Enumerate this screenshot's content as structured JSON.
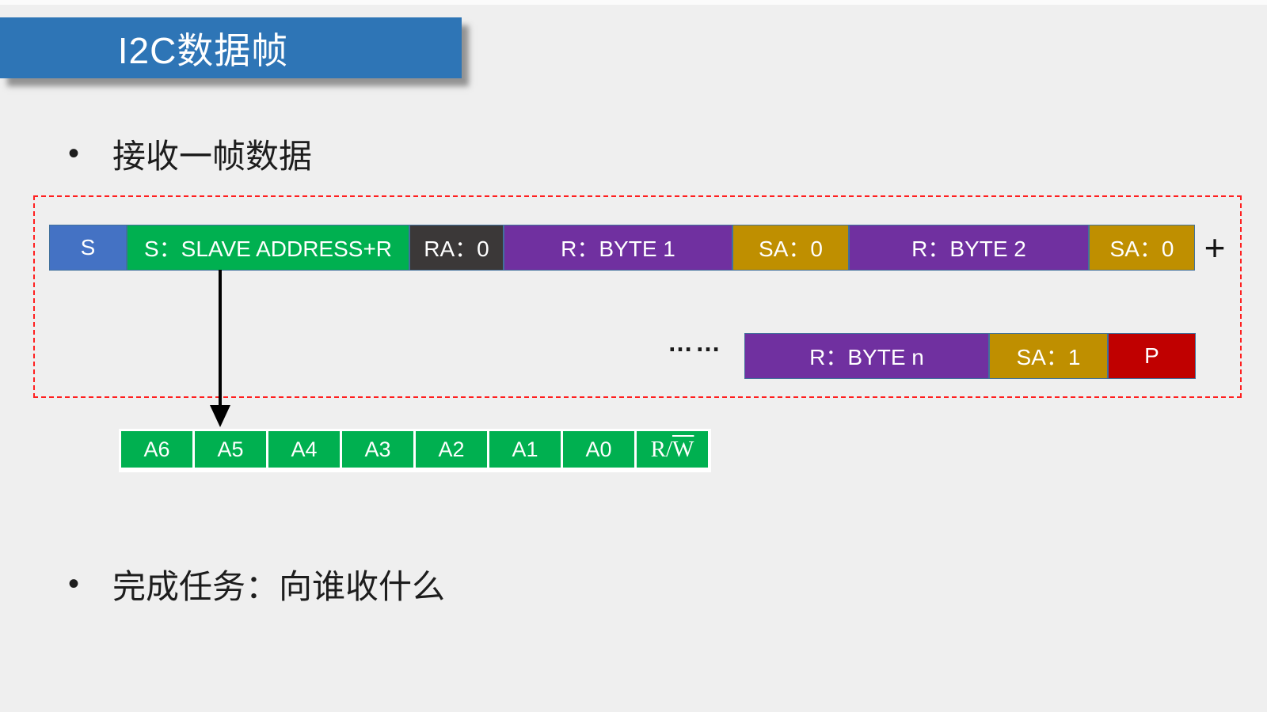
{
  "title": {
    "text": "I2C数据帧"
  },
  "bullets": [
    {
      "marker": "•",
      "text": "接收一帧数据"
    },
    {
      "marker": "•",
      "text": "完成任务：向谁收什么"
    }
  ],
  "frame": {
    "row1": {
      "cells": [
        {
          "name": "start-condition",
          "label": "S",
          "bg": "#4472C4"
        },
        {
          "name": "slave-address",
          "label": "S：SLAVE ADDRESS+R",
          "bg": "#00B050"
        },
        {
          "name": "receive-ack",
          "label": "RA：0",
          "bg": "#3B3838"
        },
        {
          "name": "read-byte-1",
          "label": "R：BYTE 1",
          "bg": "#7030A0"
        },
        {
          "name": "send-ack-1",
          "label": "SA：0",
          "bg": "#BF8F00"
        },
        {
          "name": "read-byte-2",
          "label": "R：BYTE 2",
          "bg": "#7030A0"
        },
        {
          "name": "send-ack-2",
          "label": "SA：0",
          "bg": "#BF8F00"
        }
      ],
      "plus": "+"
    },
    "row2": {
      "ellipsis": "……",
      "cells": [
        {
          "name": "read-byte-n",
          "label": "R：BYTE n",
          "bg": "#7030A0"
        },
        {
          "name": "send-nack-n",
          "label": "SA：1",
          "bg": "#BF8F00"
        },
        {
          "name": "stop-condition",
          "label": "P",
          "bg": "#C00000"
        }
      ]
    }
  },
  "address_row": {
    "bits": [
      "A6",
      "A5",
      "A4",
      "A3",
      "A2",
      "A1",
      "A0"
    ],
    "rw": {
      "pre": "R/",
      "over": "W"
    }
  },
  "colors": {
    "background": "#EFEFEF",
    "title_bar": "#2E75B6",
    "dashed_border": "#FF1F1F",
    "cell_border": "#41719C",
    "start_blue": "#4472C4",
    "address_green": "#00B050",
    "ack_dark": "#3B3838",
    "byte_purple": "#7030A0",
    "sack_gold": "#BF8F00",
    "stop_red": "#C00000"
  }
}
